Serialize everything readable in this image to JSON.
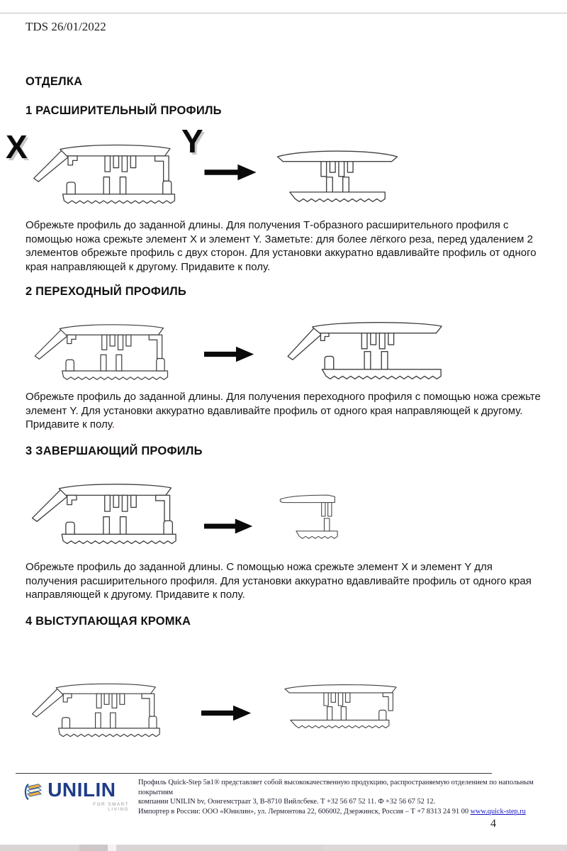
{
  "page": {
    "header": "TDS 26/01/2022",
    "page_number": "4"
  },
  "sections": {
    "intro_title": "ОТДЕЛКА",
    "s1": {
      "title": "1 РАСШИРИТЕЛЬНЫЙ ПРОФИЛЬ",
      "label_x": "X",
      "label_y": "Y",
      "body": "Обрежьте профиль до заданной длины. Для получения Т-образного расширительного профиля с помощью ножа срежьте элемент X и элемент Y. Заметьте: для более лёгкого реза, перед удалением 2 элементов обрежьте профиль с двух сторон. Для установки аккуратно вдавливайте профиль от одного края направляющей к другому. Придавите к полу."
    },
    "s2": {
      "title": "2 ПЕРЕХОДНЫЙ ПРОФИЛЬ",
      "body": "Обрежьте профиль до заданной длины. Для получения переходного профиля с помощью ножа срежьте элемент Y. Для установки аккуратно вдавливайте профиль от одного края направляющей к другому. Придавите к полу",
      "body_period": "."
    },
    "s3": {
      "title": "3 ЗАВЕРШАЮЩИЙ ПРОФИЛЬ",
      "body": "Обрежьте профиль до заданной длины. С помощью ножа срежьте элемент X и элемент Y для получения расширительного профиля. Для установки аккуратно вдавливайте профиль от одного края направляющей к другому. Придавите к полу."
    },
    "s4": {
      "title": "4 ВЫСТУПАЮЩАЯ КРОМКА"
    }
  },
  "footer": {
    "logo_text": "UNILIN",
    "logo_tagline": "FOR SMART LIVING",
    "line1": "Профиль Quick-Step 5в1® представляет собой высококачественную продукцию, распространяемую отделением по напольным покрытиям",
    "line2": "компании UNILIN bv, Оонгемстраат 3, B-8710 Вийлсбеке. Т +32 56 67 52 11. Ф +32 56 67 52 12.",
    "line3_prefix": "Импортер в России: ООО «Юнилин», ул. Лермонтова 22, 606002, Дзержинск, Россия – Т +7 8313 24 91 00 ",
    "link": "www.quick-step.ru"
  },
  "colors": {
    "accent_red": "#cc1111",
    "link_blue": "#1414c8",
    "logo_blue": "#1e3c87",
    "logo_yellow": "#f0af3e"
  }
}
